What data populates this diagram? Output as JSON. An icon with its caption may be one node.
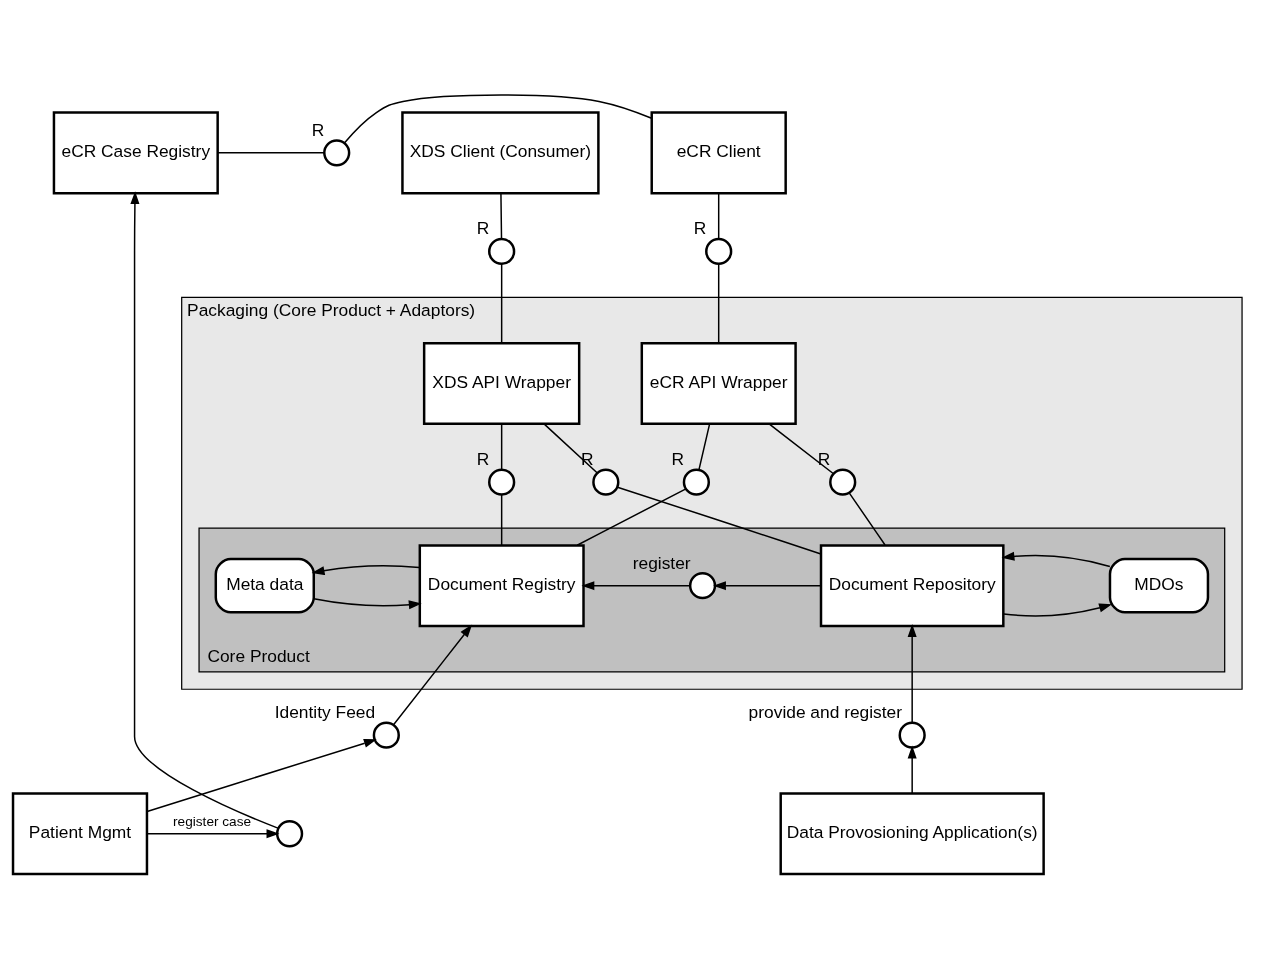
{
  "diagram": {
    "nodes": [
      {
        "text": [
          "eCR Case Registry"
        ]
      },
      {
        "text": [],
        "shape": "circle",
        "beside": [
          "R"
        ]
      },
      {
        "text": [
          "eCR Client"
        ]
      },
      {
        "text": [
          "XDS Client (Consumer)"
        ]
      },
      {
        "text": [],
        "shape": "circle",
        "beside": [
          "R"
        ]
      },
      {
        "text": [],
        "shape": "circle",
        "beside": [
          "R"
        ]
      },
      {
        "text": [
          "Packaging (Core Product + Adaptors)"
        ]
      },
      {
        "text": [
          "eCR API Wrapper"
        ],
        "in": 6
      },
      {
        "text": [
          "XDS API Wrapper"
        ],
        "in": 6
      },
      {
        "text": [],
        "shape": "circle",
        "beside": [
          "R"
        ],
        "in": 6
      },
      {
        "text": [],
        "shape": "circle",
        "beside": [
          "R"
        ],
        "in": 6
      },
      {
        "text": [],
        "shape": "circle",
        "beside": [
          "R"
        ],
        "in": 6
      },
      {
        "text": [],
        "shape": "circle",
        "beside": [
          "R"
        ],
        "in": 6
      },
      {
        "text": [
          "Core Product"
        ],
        "in": 6
      },
      {
        "text": [
          "Meta data"
        ],
        "in": 13
      },
      {
        "text": [
          "Document Registry"
        ],
        "in": 13
      },
      {
        "text": [],
        "shape": "circle",
        "beside": [
          "register"
        ],
        "in": 13
      },
      {
        "text": [
          "Document Repository"
        ],
        "in": 13
      },
      {
        "text": [
          "MDOs"
        ],
        "in": 13
      },
      {
        "text": [],
        "shape": "circle",
        "beside": [
          "Identity Feed"
        ]
      },
      {
        "text": [],
        "shape": "circle",
        "beside": [
          "provide and register"
        ]
      },
      {
        "text": [],
        "shape": "circle"
      },
      {
        "text": [
          "Patient Mgmt"
        ]
      },
      {
        "text": [
          "Data Provosioning Application(s)"
        ]
      }
    ],
    "edges": [
      {
        "from": 0,
        "to": 1,
        "arrow": "none"
      },
      {
        "from": 1,
        "to": 2,
        "arrow": "none"
      },
      {
        "from": 2,
        "to": 4,
        "arrow": "none"
      },
      {
        "from": 4,
        "to": 7,
        "arrow": "none"
      },
      {
        "from": 3,
        "to": 5,
        "arrow": "none"
      },
      {
        "from": 5,
        "to": 8,
        "arrow": "none"
      },
      {
        "from": 7,
        "to": 9,
        "arrow": "none"
      },
      {
        "from": 9,
        "to": 15,
        "arrow": "none"
      },
      {
        "from": 7,
        "to": 10,
        "arrow": "none"
      },
      {
        "from": 10,
        "to": 17,
        "arrow": "none"
      },
      {
        "from": 8,
        "to": 11,
        "arrow": "none"
      },
      {
        "from": 11,
        "to": 15,
        "arrow": "none"
      },
      {
        "from": 8,
        "to": 12,
        "arrow": "none"
      },
      {
        "from": 12,
        "to": 17,
        "arrow": "none"
      },
      {
        "from": 14,
        "to": 15,
        "arrow": "to"
      },
      {
        "from": 15,
        "to": 14,
        "arrow": "to"
      },
      {
        "from": 17,
        "to": 16,
        "arrow": "to"
      },
      {
        "from": 16,
        "to": 15,
        "arrow": "to"
      },
      {
        "from": 17,
        "to": 18,
        "arrow": "to"
      },
      {
        "from": 18,
        "to": 17,
        "arrow": "to"
      },
      {
        "from": 22,
        "to": 19,
        "arrow": "to"
      },
      {
        "from": 19,
        "to": 15,
        "arrow": "to"
      },
      {
        "from": 23,
        "to": 20,
        "arrow": "to"
      },
      {
        "from": 20,
        "to": 17,
        "arrow": "to"
      },
      {
        "from": 22,
        "to": 21,
        "arrow": "to",
        "label": "register case"
      },
      {
        "from": 21,
        "to": 0,
        "arrow": "to"
      }
    ]
  }
}
